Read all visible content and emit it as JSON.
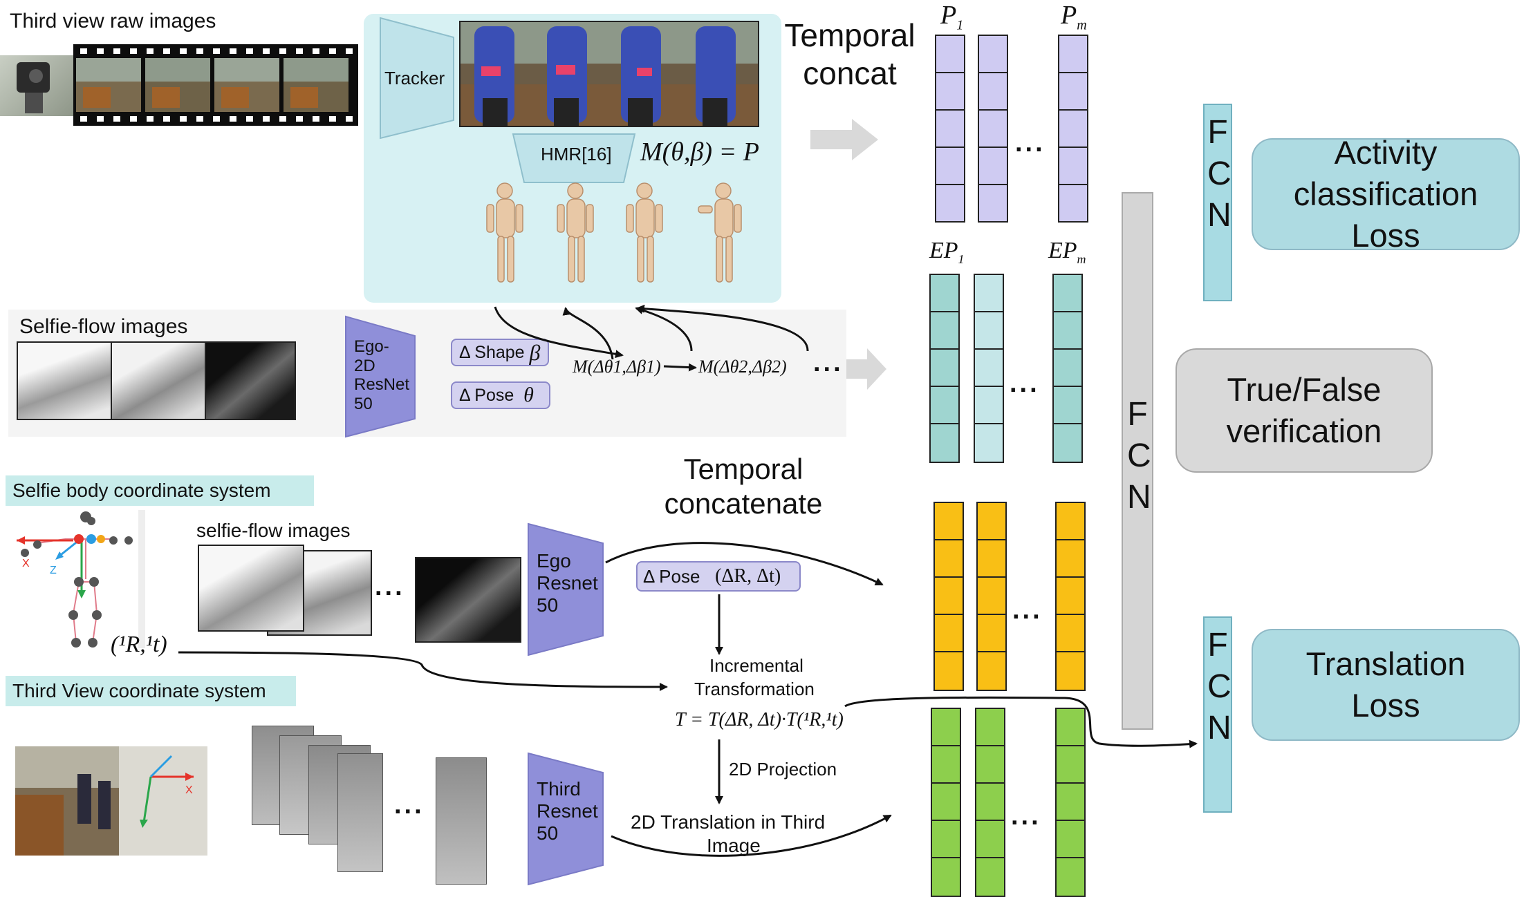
{
  "labels": {
    "third_view_raw": "Third view raw images",
    "tracker": "Tracker",
    "hmr": "HMR[16]",
    "mesh_eq": "M(θ,β) = P",
    "temporal_concat": "Temporal concat",
    "p1": "P",
    "p1_sub": "1",
    "pm": "P",
    "pm_sub": "m",
    "ep1": "EP",
    "ep1_sub": "1",
    "epm": "EP",
    "epm_sub": "m",
    "selfie_flow_images": "Selfie-flow images",
    "ego2d": "Ego- 2D ResNet 50",
    "delta_shape": "Δ Shape",
    "beta": "β",
    "delta_pose": "Δ Pose",
    "theta": "θ",
    "m_delta1": "M(Δθ1,Δβ1)",
    "m_delta2": "M(Δθ2,Δβ2)",
    "selfie_body_coord": "Selfie body coordinate system",
    "selfie_flow_images_lower": "selfie-flow images",
    "ego_resnet": "Ego Resnet 50",
    "temporal_concatenate": "Temporal concatenate",
    "delta_pose_rt": "Δ Pose",
    "delta_rt": "(ΔR, Δt)",
    "ir_t": "(¹R,¹t)",
    "incremental_1": "Incremental",
    "incremental_2": "Transformation",
    "t_eq": "T = T(ΔR, Δt)·T(¹R,¹t)",
    "projection_2d": "2D Projection",
    "third_view_coord": "Third View coordinate system",
    "third_resnet": "Third Resnet 50",
    "translation_third_1": "2D Translation in Third",
    "translation_third_2": "Image",
    "fcn": "FCN",
    "activity_loss_1": "Activity",
    "activity_loss_2": "classification",
    "activity_loss_3": "Loss",
    "true_false_1": "True/False",
    "true_false_2": "verification",
    "translation_loss_1": "Translation",
    "translation_loss_2": "Loss",
    "dots": "..."
  },
  "colors": {
    "panel_cyan": "#d7f1f3",
    "panel_gray": "#f4f4f4",
    "trapezoid": "#8f8fd9",
    "pill_fill": "#d4d2f0",
    "feat_purple": "#cfcbf2",
    "feat_teal": "#9fd5d0",
    "feat_lightteal": "#c5e6e8",
    "feat_orange": "#f9bf15",
    "feat_green": "#8dcf4d",
    "loss_teal": "#aedbe2",
    "verify_gray": "#d9d9d9",
    "arrow_gray": "#d9d9d9"
  }
}
